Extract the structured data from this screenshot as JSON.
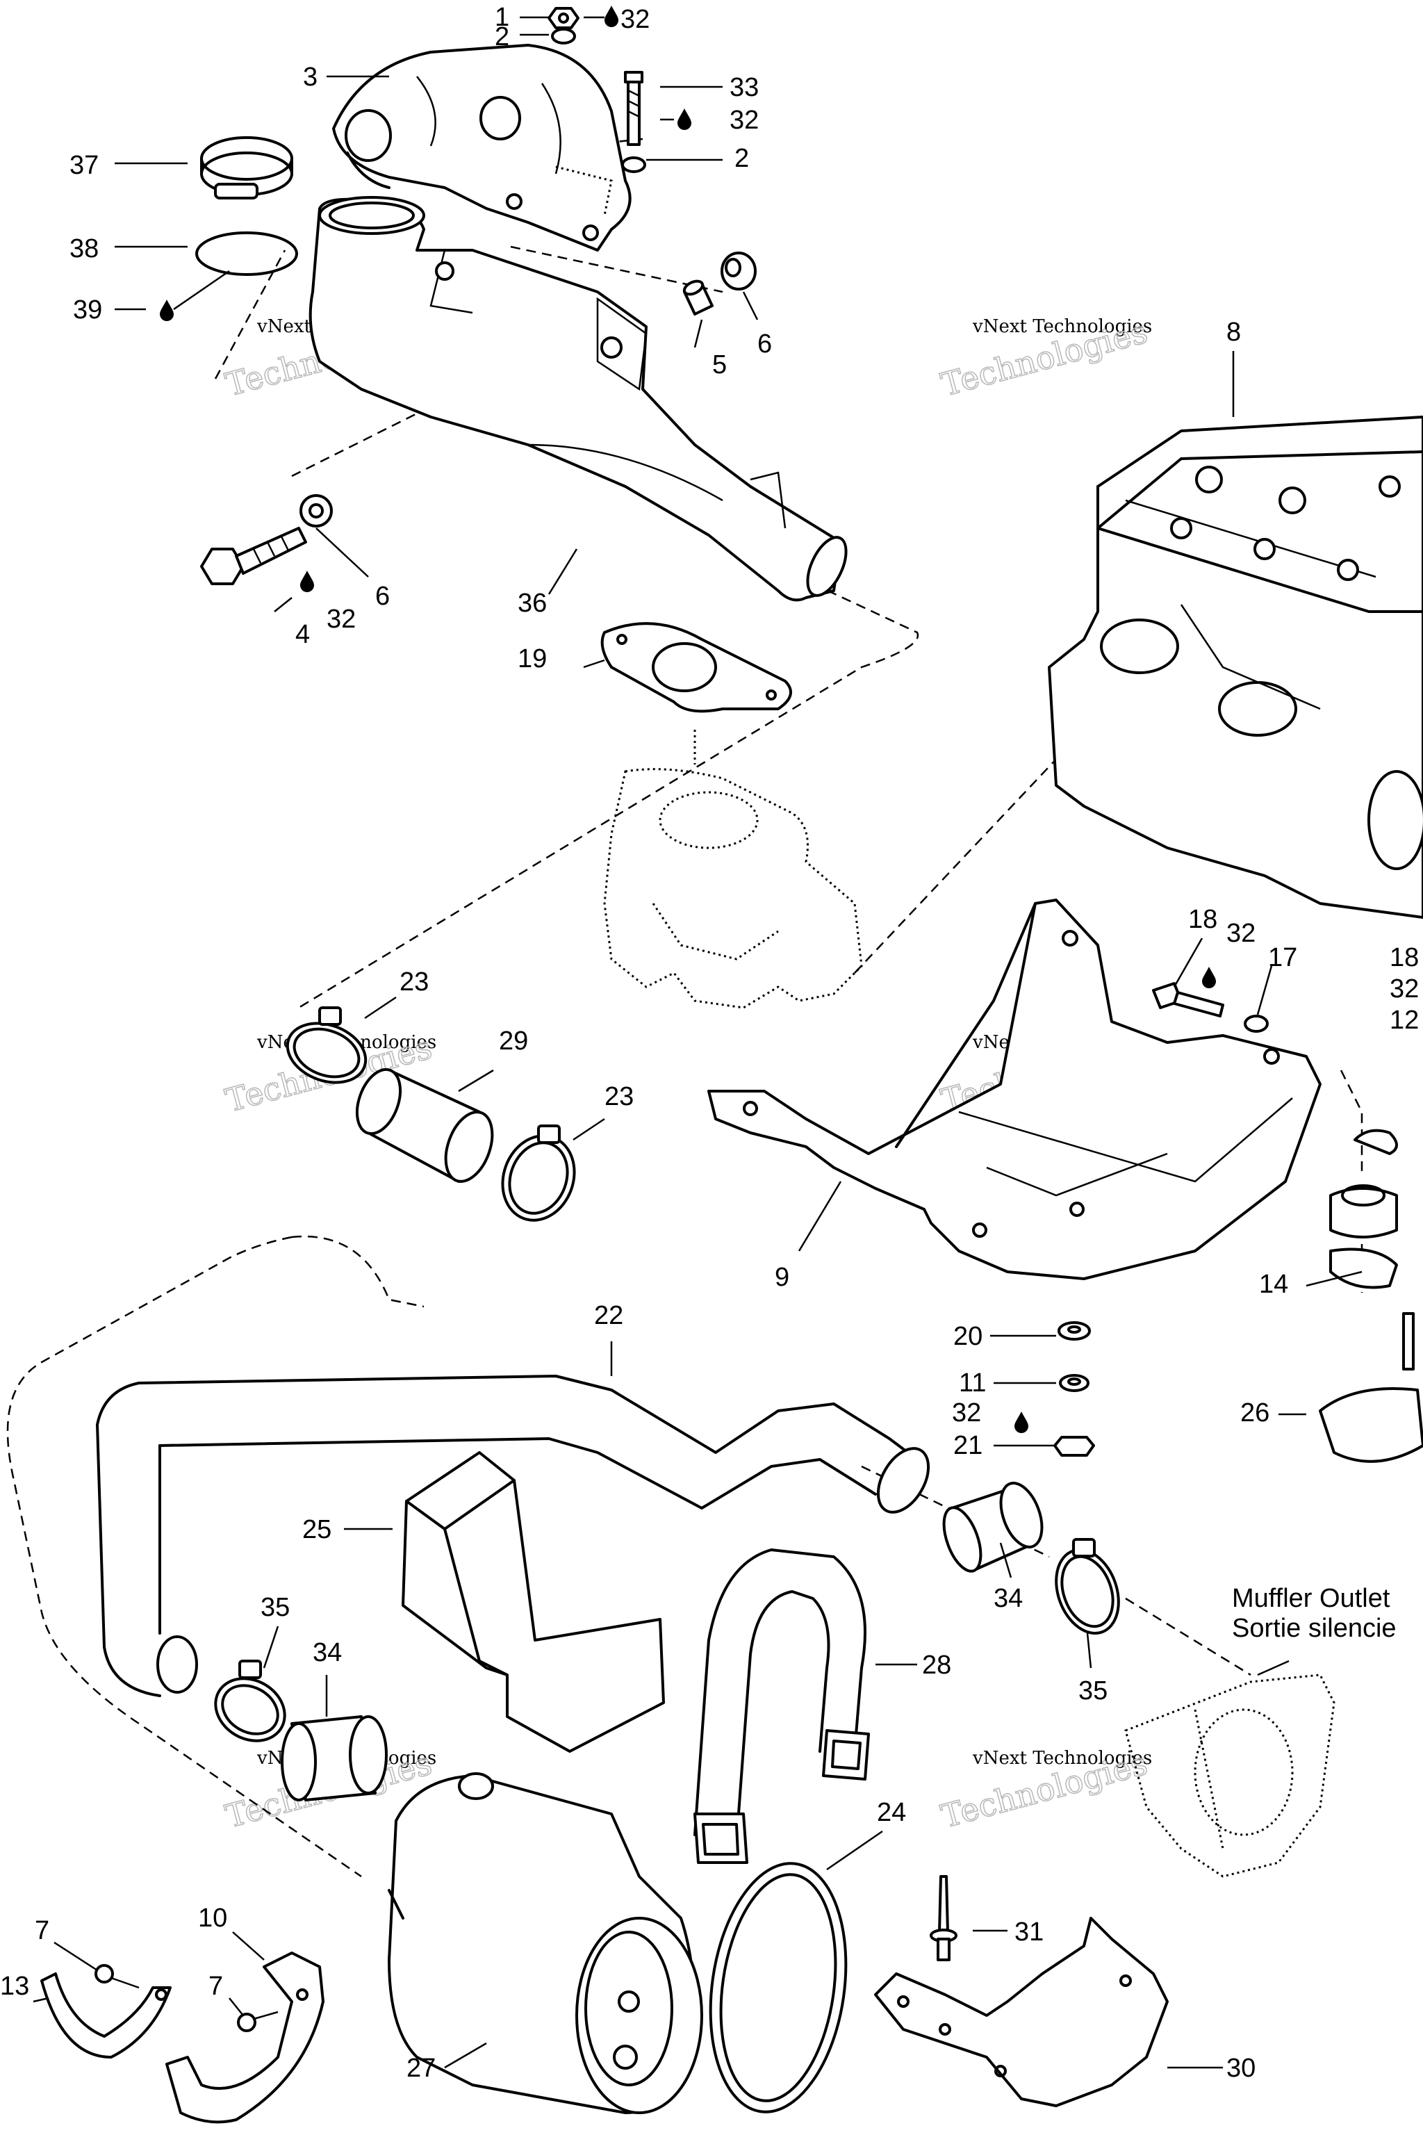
{
  "watermark": {
    "line1": "vNext Technologies",
    "line2": "Technologies"
  },
  "callouts": [
    "1",
    "2",
    "3",
    "32",
    "33",
    "32",
    "2",
    "37",
    "38",
    "39",
    "5",
    "6",
    "8",
    "4",
    "32",
    "6",
    "36",
    "19",
    "23",
    "29",
    "23",
    "18",
    "32",
    "17",
    "18",
    "32",
    "12",
    "9",
    "14",
    "22",
    "20",
    "11",
    "32",
    "21",
    "26",
    "25",
    "34",
    "35",
    "35",
    "34",
    "28",
    "24",
    "31",
    "7",
    "10",
    "7",
    "13",
    "27",
    "30"
  ],
  "note": {
    "line1": "Muffler Outlet",
    "line2": "Sortie silencie"
  },
  "symbols": {
    "drop": "oil-drop-icon"
  }
}
